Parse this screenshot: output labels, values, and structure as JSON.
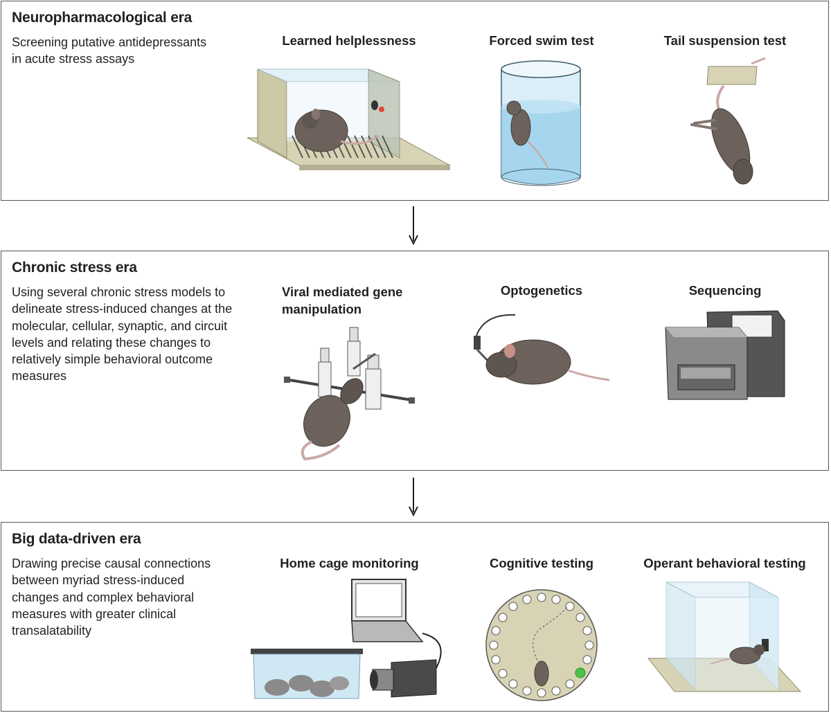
{
  "eras": [
    {
      "title": "Neuropharmacological era",
      "description": "Screening putative antidepressants in acute stress assays",
      "methods": [
        {
          "label": "Learned helplessness",
          "icon": "learned-helplessness-box"
        },
        {
          "label": "Forced swim test",
          "icon": "water-cylinder-mouse"
        },
        {
          "label": "Tail suspension test",
          "icon": "suspended-mouse"
        }
      ]
    },
    {
      "title": "Chronic stress era",
      "description": "Using several chronic stress models to delineate stress-induced changes at the molecular, cellular, synaptic, and circuit levels and relating these changes to relatively simple behavioral outcome measures",
      "methods": [
        {
          "label": "Viral mediated gene manipulation",
          "icon": "stereotaxic-frame-mouse"
        },
        {
          "label": "Optogenetics",
          "icon": "optic-fiber-mouse"
        },
        {
          "label": "Sequencing",
          "icon": "sequencer-machine"
        }
      ]
    },
    {
      "title": "Big data-driven era",
      "description": "Drawing precise causal connections between myriad stress-induced changes and complex behavioral measures with greater clinical transalatability",
      "methods": [
        {
          "label": "Home cage monitoring",
          "icon": "laptop-camera-cage"
        },
        {
          "label": "Cognitive testing",
          "icon": "barnes-maze"
        },
        {
          "label": "Operant behavioral testing",
          "icon": "operant-chamber-mouse"
        }
      ]
    }
  ],
  "colors": {
    "border": "#555555",
    "mouse": "#6d625b",
    "mouse_dark": "#4a4240",
    "tail": "#c9a9a6",
    "water": "#9fd3ec",
    "box_base": "#d8d3b4",
    "glass": "#cfe8f4",
    "green_hole": "#4cc24a",
    "red_dot": "#e2473c"
  }
}
